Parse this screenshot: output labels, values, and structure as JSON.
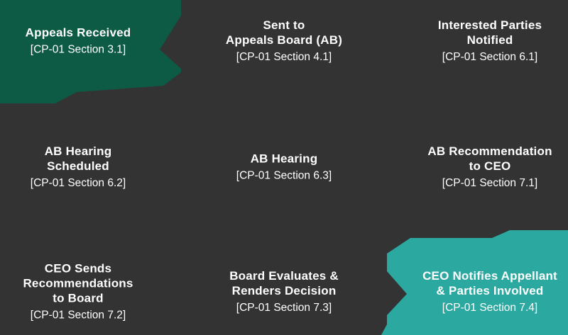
{
  "diagram": {
    "kind": "appeals-process-flow",
    "rows": 3,
    "columns": 3
  },
  "colors": {
    "background": "#333333",
    "start_ribbon": "#0d5a45",
    "end_ribbon": "#2ba8a0",
    "text": "#ffffff"
  },
  "steps": [
    {
      "title": "Appeals Received",
      "section": "[CP-01 Section 3.1]",
      "highlight": "green-ribbon"
    },
    {
      "title": "Sent to\nAppeals Board (AB)",
      "section": "[CP-01 Section 4.1]",
      "highlight": "none"
    },
    {
      "title": "Interested Parties\nNotified",
      "section": "[CP-01 Section 6.1]",
      "highlight": "none"
    },
    {
      "title": "AB Hearing\nScheduled",
      "section": "[CP-01 Section 6.2]",
      "highlight": "none"
    },
    {
      "title": "AB Hearing",
      "section": "[CP-01 Section 6.3]",
      "highlight": "none"
    },
    {
      "title": "AB Recommendation\nto CEO",
      "section": "[CP-01 Section 7.1]",
      "highlight": "none"
    },
    {
      "title": "CEO Sends\nRecommendations\nto Board",
      "section": "[CP-01 Section 7.2]",
      "highlight": "none"
    },
    {
      "title": "Board Evaluates &\nRenders Decision",
      "section": "[CP-01 Section 7.3]",
      "highlight": "none"
    },
    {
      "title": "CEO Notifies Appellant\n& Parties Involved",
      "section": "[CP-01 Section 7.4]",
      "highlight": "teal-ribbon"
    }
  ]
}
